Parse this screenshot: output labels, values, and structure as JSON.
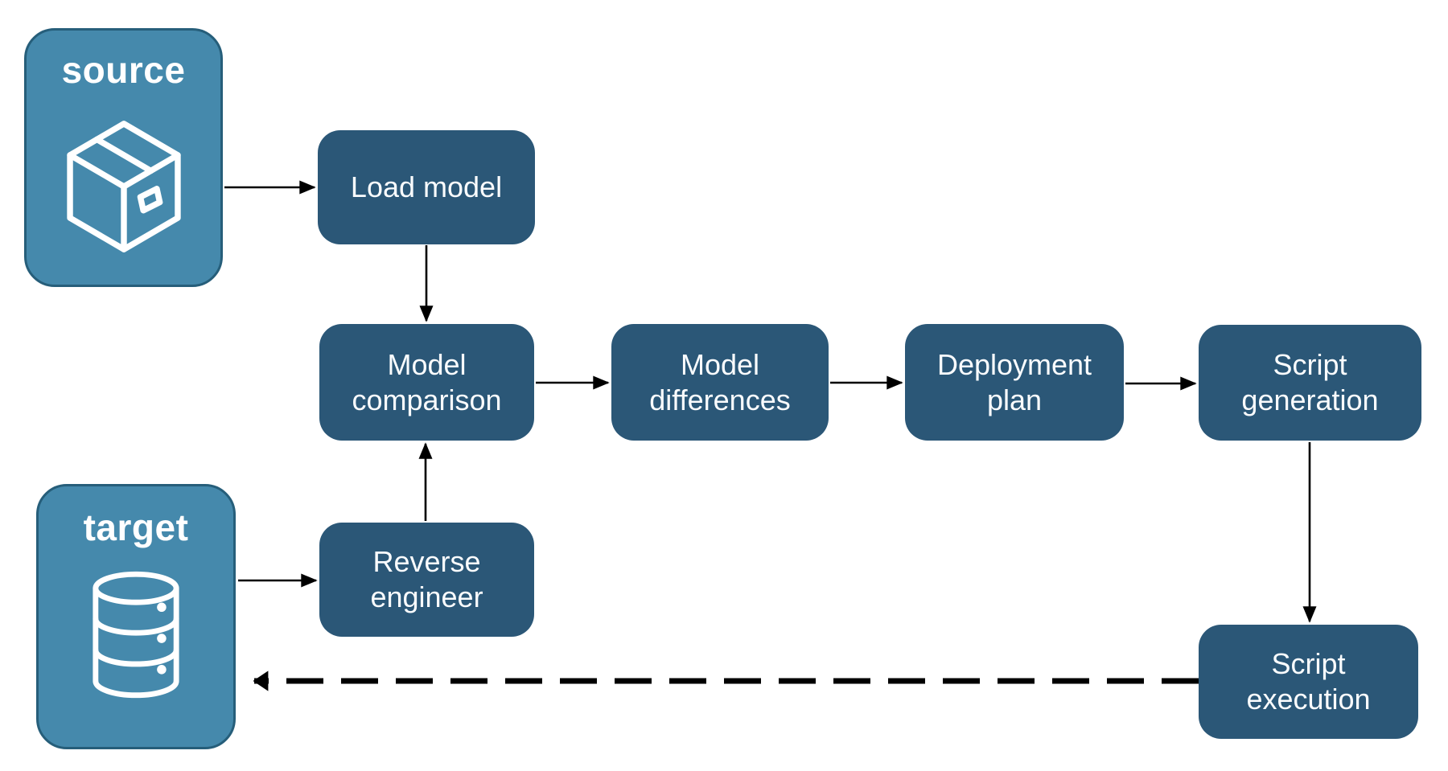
{
  "diagram": {
    "entities": [
      {
        "label": "source",
        "icon": "package-icon"
      },
      {
        "label": "target",
        "icon": "database-icon"
      }
    ],
    "nodes": [
      {
        "label": "Load model"
      },
      {
        "label": "Model comparison"
      },
      {
        "label": "Model differences"
      },
      {
        "label": "Deployment plan"
      },
      {
        "label": "Script generation"
      },
      {
        "label": "Reverse engineer"
      },
      {
        "label": "Script execution"
      }
    ],
    "edges": [
      {
        "from": "source",
        "to": "Load model",
        "style": "solid"
      },
      {
        "from": "Load model",
        "to": "Model comparison",
        "style": "solid"
      },
      {
        "from": "Model comparison",
        "to": "Model differences",
        "style": "solid"
      },
      {
        "from": "Model differences",
        "to": "Deployment plan",
        "style": "solid"
      },
      {
        "from": "Deployment plan",
        "to": "Script generation",
        "style": "solid"
      },
      {
        "from": "target",
        "to": "Reverse engineer",
        "style": "solid"
      },
      {
        "from": "Reverse engineer",
        "to": "Model comparison",
        "style": "solid"
      },
      {
        "from": "Script generation",
        "to": "Script execution",
        "style": "solid"
      },
      {
        "from": "Script execution",
        "to": "target",
        "style": "dashed-thick"
      }
    ],
    "colors": {
      "node_fill": "#2B5777",
      "entity_fill": "#4589AC",
      "entity_border": "#265E7A",
      "arrow": "#000000",
      "text": "#FFFFFF",
      "background": "#FFFFFF"
    }
  }
}
